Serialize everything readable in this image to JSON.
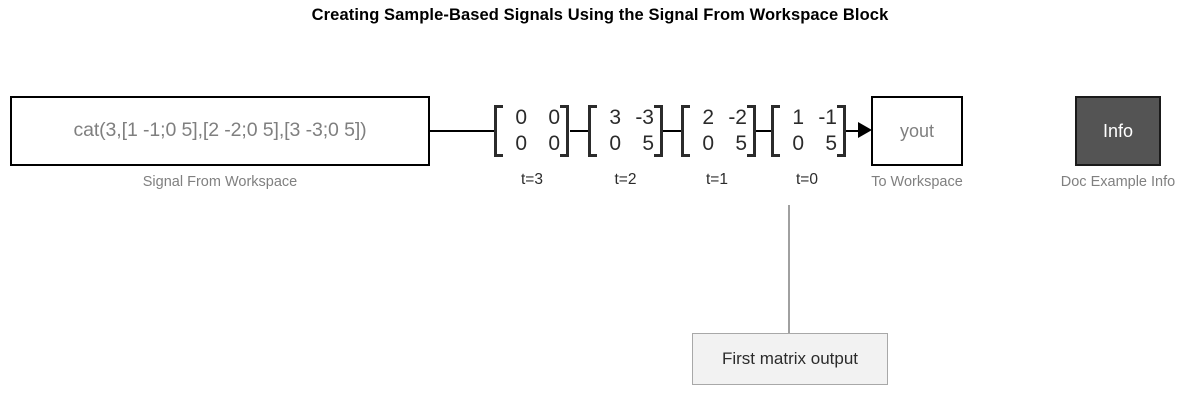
{
  "title": "Creating Sample-Based Signals Using the Signal From Workspace Block",
  "blocks": {
    "signal_from_workspace": {
      "value": "cat(3,[1 -1;0 5],[2 -2;0 5],[3 -3;0 5])",
      "caption": "Signal From Workspace"
    },
    "to_workspace": {
      "value": "yout",
      "caption": "To Workspace"
    },
    "doc_example_info": {
      "value": "Info",
      "caption": "Doc Example Info",
      "fill_color": "#545454",
      "text_color": "#ffffff"
    }
  },
  "matrices": [
    {
      "label": "t=3",
      "rows": [
        [
          "0",
          "0"
        ],
        [
          "0",
          "0"
        ]
      ]
    },
    {
      "label": "t=2",
      "rows": [
        [
          "3",
          "-3"
        ],
        [
          "0",
          "5"
        ]
      ]
    },
    {
      "label": "t=1",
      "rows": [
        [
          "2",
          "-2"
        ],
        [
          "0",
          "5"
        ]
      ]
    },
    {
      "label": "t=0",
      "rows": [
        [
          "1",
          "-1"
        ],
        [
          "0",
          "5"
        ]
      ]
    }
  ],
  "annotation": {
    "text": "First matrix output",
    "background": "#f2f2f2",
    "border_color": "#a8a8a8"
  },
  "colors": {
    "block_border": "#000000",
    "block_text": "#7f7f7f",
    "caption_text": "#808080",
    "matrix_text": "#2b2b2b",
    "wire": "#000000",
    "connector": "#a0a0a0",
    "canvas": "#ffffff"
  }
}
